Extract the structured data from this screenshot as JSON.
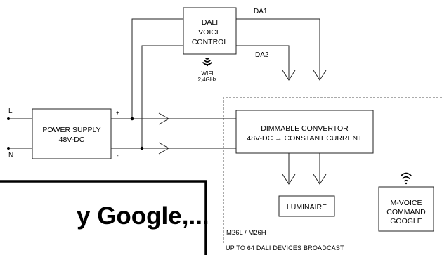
{
  "dali_voice_control": {
    "lines": [
      "DALI",
      "VOICE",
      "CONTROL"
    ]
  },
  "wifi": {
    "icon": "wifi-icon",
    "lines": [
      "WIFI",
      "2,4GHz"
    ]
  },
  "wires": {
    "da1": "DA1",
    "da2": "DA2",
    "l": "L",
    "n": "N",
    "plus": "+",
    "minus": "-"
  },
  "power_supply": {
    "lines": [
      "POWER SUPPLY",
      "48V-DC"
    ]
  },
  "convertor": {
    "lines": [
      "DIMMABLE CONVERTOR",
      "48V-DC → CONSTANT CURRENT"
    ]
  },
  "luminaire": {
    "label": "LUMINAIRE"
  },
  "m_voice": {
    "icon": "wifi-icon",
    "lines": [
      "M-VOICE",
      "COMMAND",
      "GOOGLE"
    ]
  },
  "zone": {
    "model": "M26L / M26H",
    "footer": "UP TO 64 DALI DEVICES BROADCAST"
  },
  "banner": {
    "text": "y Google,..."
  }
}
